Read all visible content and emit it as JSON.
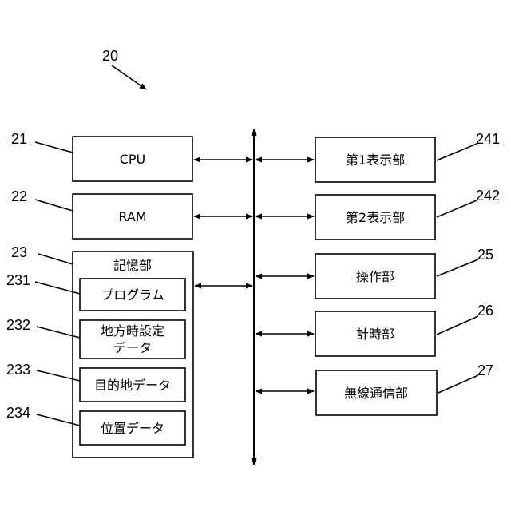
{
  "figure_number": "20",
  "blocks": {
    "cpu": {
      "label": "CPU",
      "ref": "21"
    },
    "ram": {
      "label": "RAM",
      "ref": "22"
    },
    "storage": {
      "label": "記憶部",
      "ref": "23",
      "items": [
        {
          "label_lines": [
            "プログラム"
          ],
          "ref": "231"
        },
        {
          "label_lines": [
            "地方時設定",
            "データ"
          ],
          "ref": "232"
        },
        {
          "label_lines": [
            "目的地データ"
          ],
          "ref": "233"
        },
        {
          "label_lines": [
            "位置データ"
          ],
          "ref": "234"
        }
      ]
    },
    "display1": {
      "label": "第1表示部",
      "ref": "241"
    },
    "display2": {
      "label": "第2表示部",
      "ref": "242"
    },
    "operation": {
      "label": "操作部",
      "ref": "25"
    },
    "clock": {
      "label": "計時部",
      "ref": "26"
    },
    "wireless": {
      "label": "無線通信部",
      "ref": "27"
    }
  }
}
